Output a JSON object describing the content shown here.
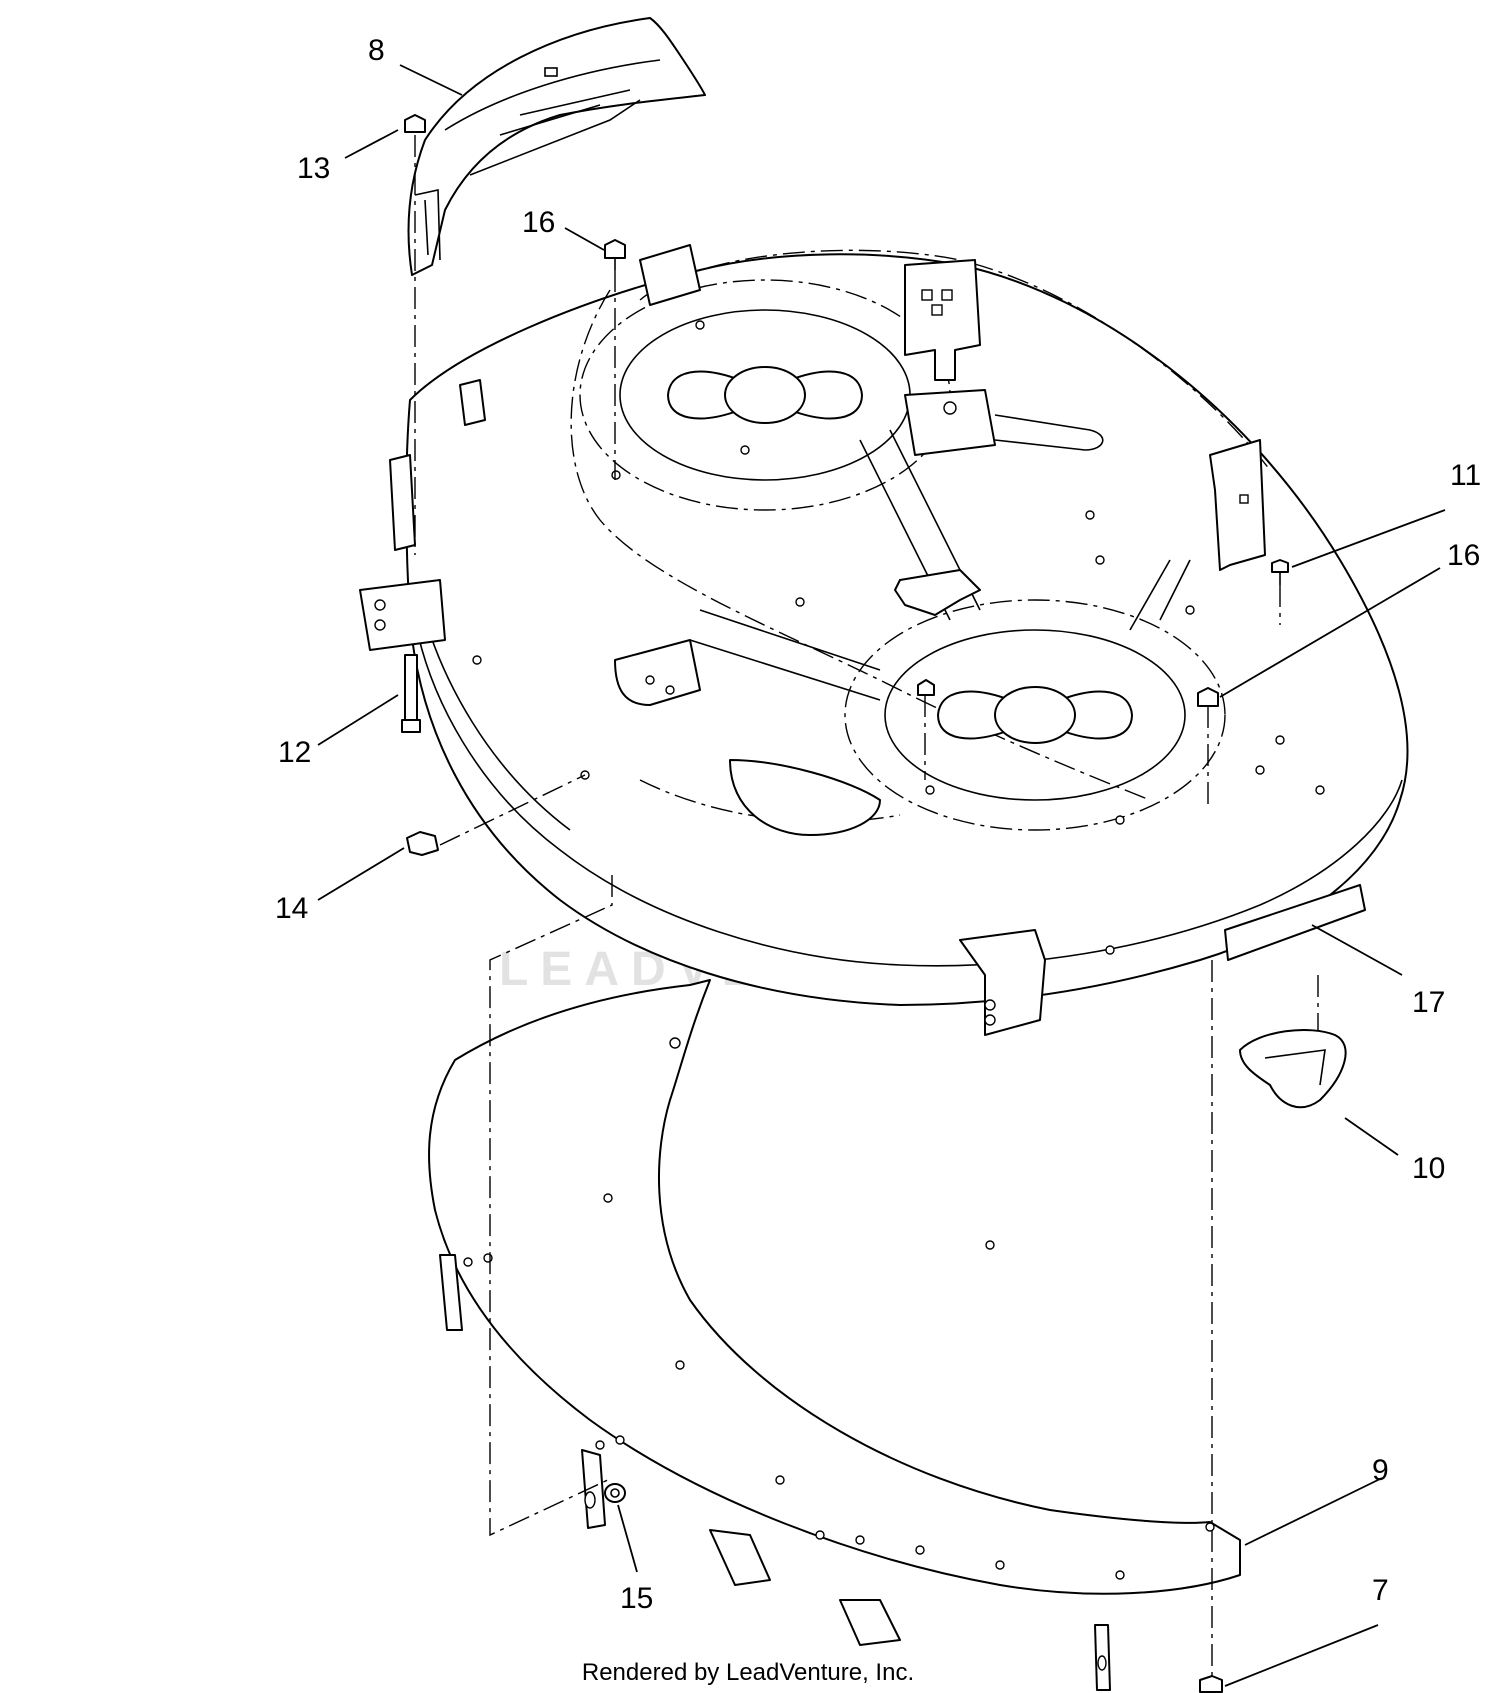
{
  "callouts": [
    {
      "label": "8"
    },
    {
      "label": "13"
    },
    {
      "label": "16"
    },
    {
      "label": "11"
    },
    {
      "label": "16"
    },
    {
      "label": "12"
    },
    {
      "label": "14"
    },
    {
      "label": "17"
    },
    {
      "label": "10"
    },
    {
      "label": "9"
    },
    {
      "label": "7"
    },
    {
      "label": "15"
    }
  ],
  "watermark": {
    "text": "LEADVENTURE"
  },
  "footer": {
    "text": "Rendered by LeadVenture, Inc."
  }
}
